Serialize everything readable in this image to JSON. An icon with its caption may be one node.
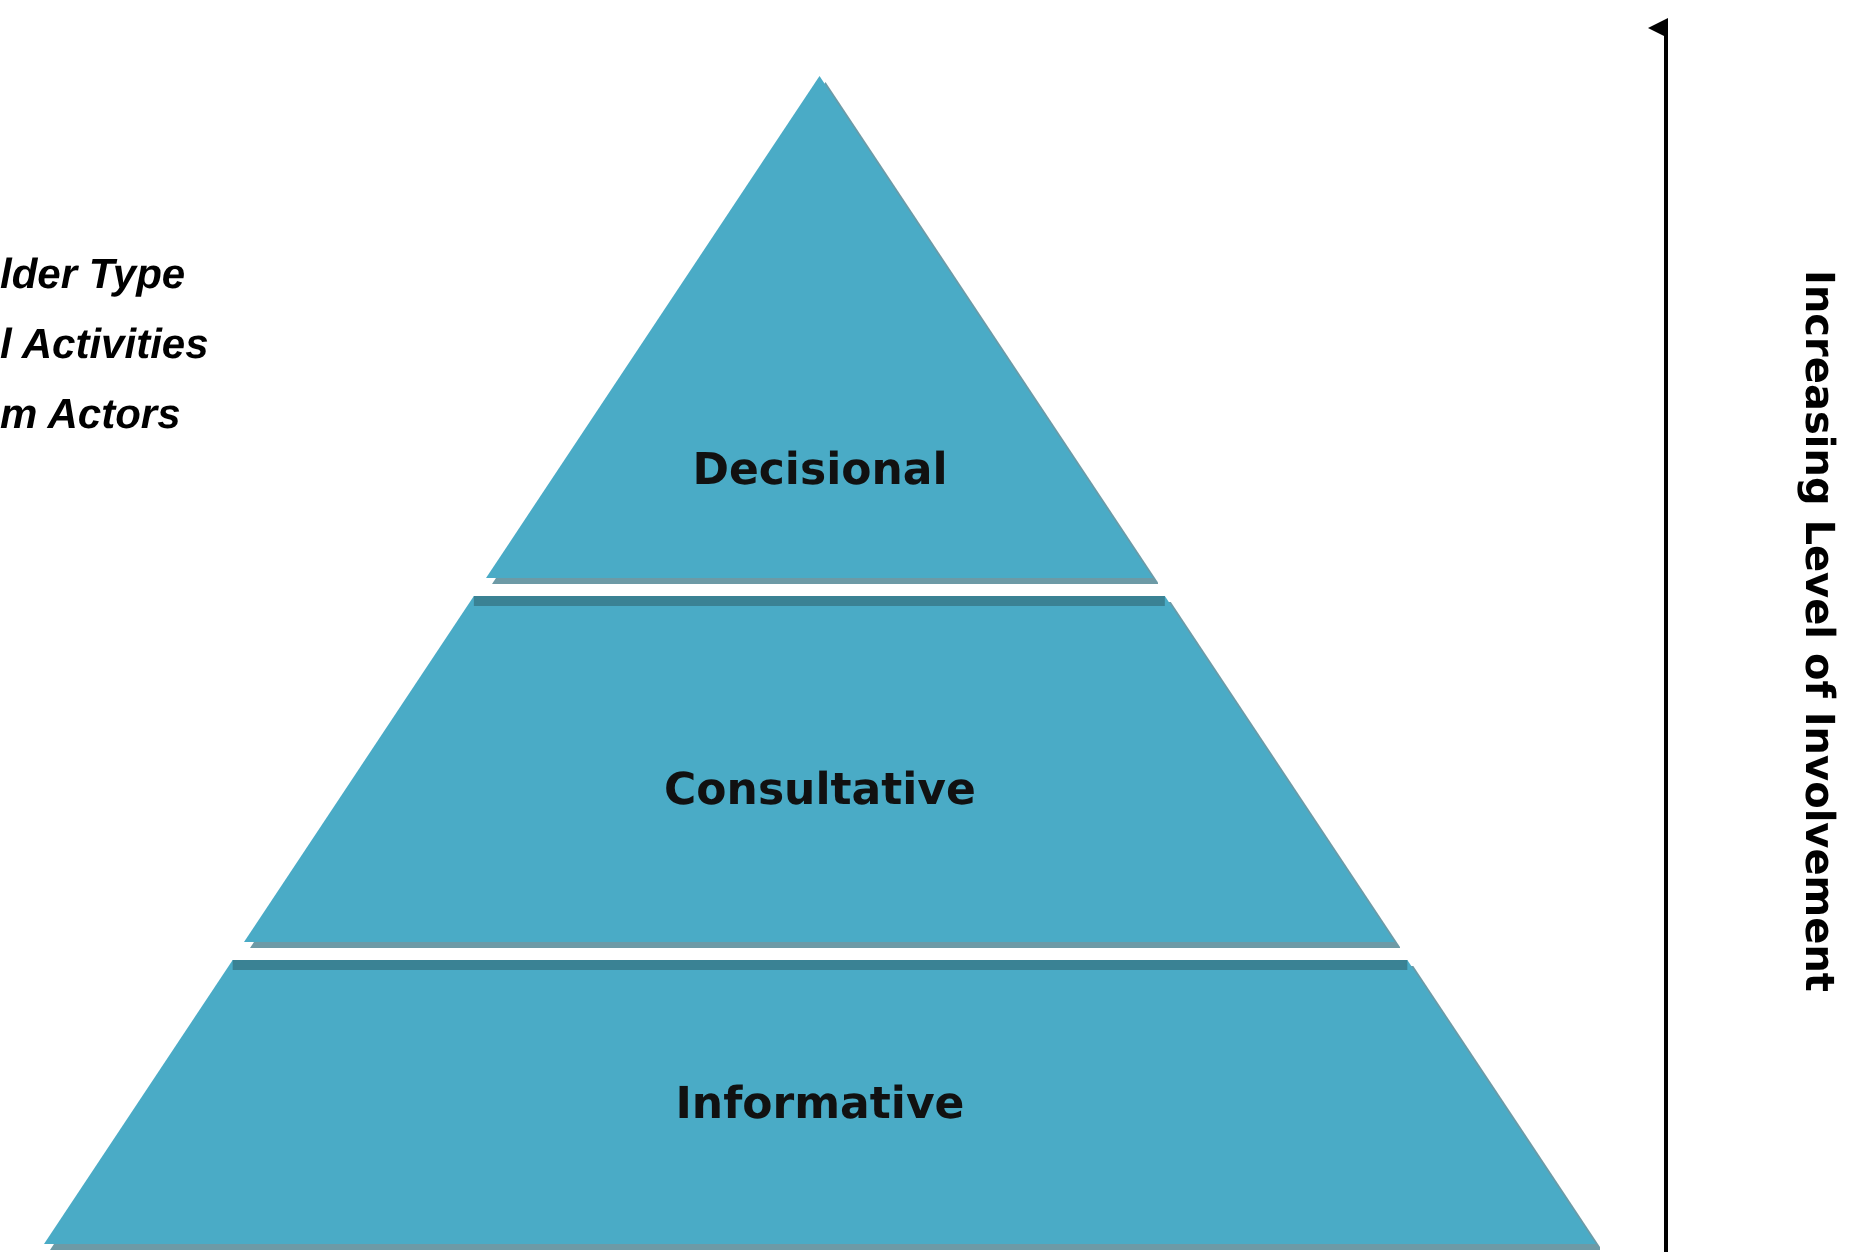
{
  "diagram": {
    "nodes": [
      {
        "text": [
          "Decisional"
        ]
      },
      {
        "text": [
          "Consultative"
        ]
      },
      {
        "text": [
          "Informative"
        ]
      }
    ],
    "labels": [
      "lder Type",
      "l Activities",
      "m Actors",
      "Increasing Level of Involvement"
    ]
  }
}
